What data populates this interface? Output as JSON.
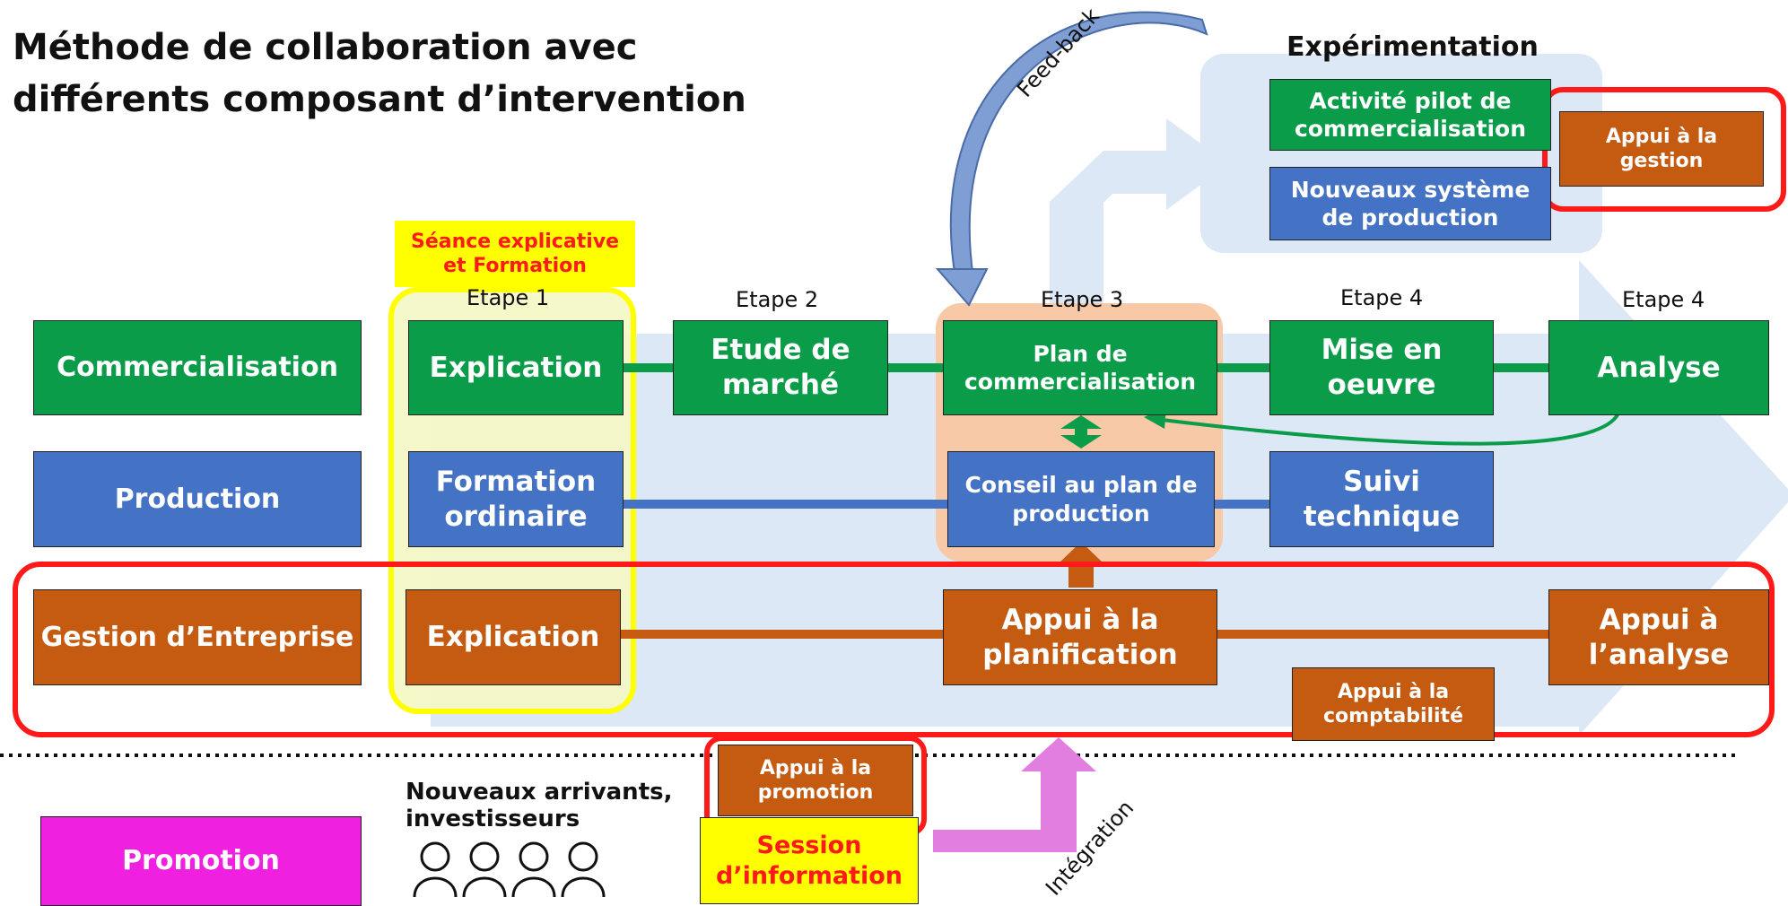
{
  "title_line1": "Méthode de collaboration avec",
  "title_line2": "différents composant d’intervention",
  "rows": {
    "commercialisation": "Commercialisation",
    "production": "Production",
    "gestion": "Gestion d’Entreprise",
    "promotion": "Promotion"
  },
  "etapes": {
    "e1": "Etape 1",
    "e2": "Etape 2",
    "e3": "Etape 3",
    "e4a": "Etape 4",
    "e4b": "Etape 4"
  },
  "seance": {
    "l1": "Séance explicative",
    "l2": "et Formation"
  },
  "experimentation": {
    "label": "Expérimentation",
    "pilot": {
      "l1": "Activité pilot de",
      "l2": "commercialisation"
    },
    "systeme": {
      "l1": "Nouveaux système",
      "l2": "de production"
    },
    "gestion": {
      "l1": "Appui à la",
      "l2": "gestion"
    }
  },
  "commercialisation": {
    "explication": "Explication",
    "etude": {
      "l1": "Etude de",
      "l2": "marché"
    },
    "plan": {
      "l1": "Plan de",
      "l2": "commercialisation"
    },
    "mise": {
      "l1": "Mise en",
      "l2": "oeuvre"
    },
    "analyse": "Analyse"
  },
  "production": {
    "formation": {
      "l1": "Formation",
      "l2": "ordinaire"
    },
    "conseil": {
      "l1": "Conseil au plan de",
      "l2": "production"
    },
    "suivi": {
      "l1": "Suivi",
      "l2": "technique"
    }
  },
  "gestion": {
    "explication": "Explication",
    "planif": {
      "l1": "Appui à la",
      "l2": "planification"
    },
    "analyse": {
      "l1": "Appui à",
      "l2": "l’analyse"
    },
    "compta": {
      "l1": "Appui à la",
      "l2": "comptabilité"
    }
  },
  "promotion": {
    "appui": {
      "l1": "Appui à la",
      "l2": "promotion"
    },
    "session": {
      "l1": "Session",
      "l2": "d’information"
    },
    "nouveaux": {
      "l1": "Nouveaux arrivants,",
      "l2": "investisseurs"
    }
  },
  "feedback": "Feed-back",
  "integration": "Intégration",
  "colors": {
    "green": "#0b9c4a",
    "blue": "#4472c4",
    "orange": "#c55a11",
    "magenta": "#f020e0",
    "yellow": "#ffff00",
    "red": "#ff1a1a",
    "light_blue": "#dce8f5"
  }
}
